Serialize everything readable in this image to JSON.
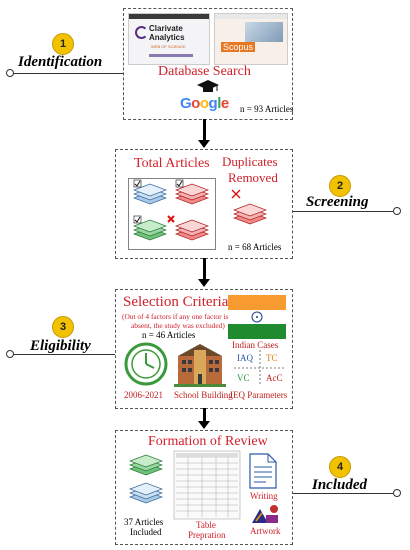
{
  "stages": [
    {
      "number": "1",
      "label": "Identification"
    },
    {
      "number": "2",
      "label": "Screening"
    },
    {
      "number": "3",
      "label": "Eligibility"
    },
    {
      "number": "4",
      "label": "Included"
    }
  ],
  "identification": {
    "clarivate_line1": "Clarivate",
    "clarivate_line2": "Analytics",
    "wos_label": "WEB OF SCIENCE",
    "scopus_label": "Scopus",
    "title": "Database Search",
    "google_label": "Google",
    "count": "n = 93 Articles"
  },
  "screening": {
    "total_title": "Total Articles",
    "dup_title_line1": "Duplicates",
    "dup_title_line2": "Removed",
    "count": "n = 68 Articles"
  },
  "eligibility": {
    "title": "Selection Criteria",
    "note_line1": "(Out of 4 factors if any one factor is",
    "note_line2": "absent, the study was excluded)",
    "count": "n = 46 Articles",
    "years": "2006-2021",
    "school": "School Building",
    "indian": "Indian Cases",
    "ieq_title": "IEQ Parameters",
    "ieq": [
      "IAQ",
      "TC",
      "VC",
      "AcC"
    ]
  },
  "included": {
    "title": "Formation of Review",
    "articles_line1": "37 Articles",
    "articles_line2": "Included",
    "table_line1": "Table",
    "table_line2": "Prepration",
    "writing": "Writing",
    "artwork": "Artwork"
  }
}
